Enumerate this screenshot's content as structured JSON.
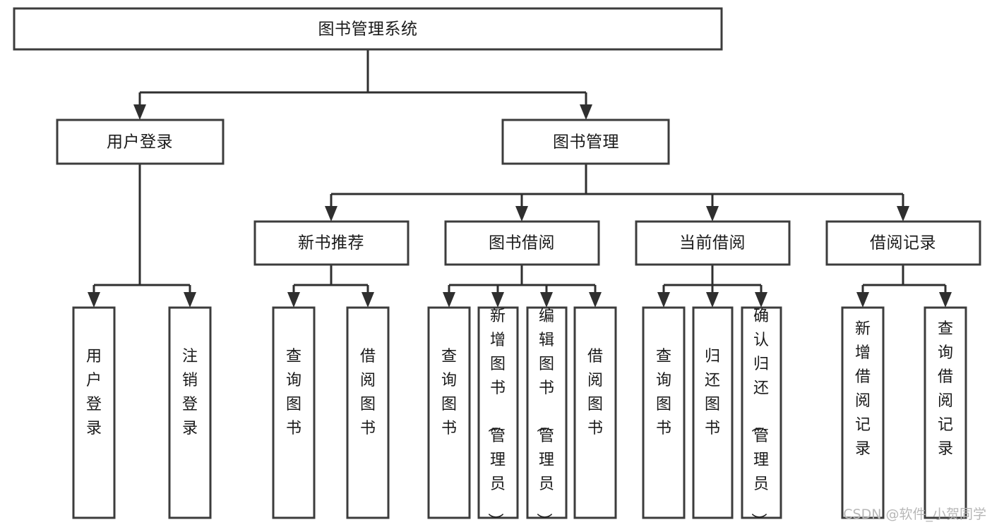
{
  "diagram": {
    "kind": "tree-hierarchy-chart",
    "root": {
      "id": "root",
      "label": "图书管理系统"
    },
    "level2": [
      {
        "id": "user-login",
        "label": "用户登录"
      },
      {
        "id": "book-manage",
        "label": "图书管理"
      }
    ],
    "level3": [
      {
        "id": "new-book-recommend",
        "label": "新书推荐",
        "parent": "book-manage"
      },
      {
        "id": "book-borrow",
        "label": "图书借阅",
        "parent": "book-manage"
      },
      {
        "id": "current-borrow",
        "label": "当前借阅",
        "parent": "book-manage"
      },
      {
        "id": "borrow-record",
        "label": "借阅记录",
        "parent": "book-manage"
      }
    ],
    "leaves": [
      {
        "id": "leaf-user-login",
        "label": "用户登录",
        "parent": "user-login"
      },
      {
        "id": "leaf-user-logout",
        "label": "注销登录",
        "parent": "user-login"
      },
      {
        "id": "leaf-query-book-1",
        "label": "查询图书",
        "parent": "new-book-recommend"
      },
      {
        "id": "leaf-borrow-book-1",
        "label": "借阅图书",
        "parent": "new-book-recommend"
      },
      {
        "id": "leaf-query-book-2",
        "label": "查询图书",
        "parent": "book-borrow"
      },
      {
        "id": "leaf-add-book",
        "label": "新增图书（管理员）",
        "parent": "book-borrow"
      },
      {
        "id": "leaf-edit-book",
        "label": "编辑图书（管理员）",
        "parent": "book-borrow"
      },
      {
        "id": "leaf-borrow-book-2",
        "label": "借阅图书",
        "parent": "book-borrow"
      },
      {
        "id": "leaf-query-book-3",
        "label": "查询图书",
        "parent": "current-borrow"
      },
      {
        "id": "leaf-return-book",
        "label": "归还图书",
        "parent": "current-borrow"
      },
      {
        "id": "leaf-confirm-return",
        "label": "确认归还（管理员）",
        "parent": "current-borrow"
      },
      {
        "id": "leaf-add-record",
        "label": "新增借阅记录",
        "parent": "borrow-record"
      },
      {
        "id": "leaf-query-record",
        "label": "查询借阅记录",
        "parent": "borrow-record"
      }
    ],
    "colors": {
      "box_stroke": "#3c3c3c",
      "box_fill": "#ffffff",
      "connector": "#2f2f2f",
      "text": "#1a1a1a",
      "background": "#ffffff",
      "watermark": "#b7b7b7"
    }
  },
  "watermark": {
    "text": "CSDN @软件_小贺同学"
  }
}
